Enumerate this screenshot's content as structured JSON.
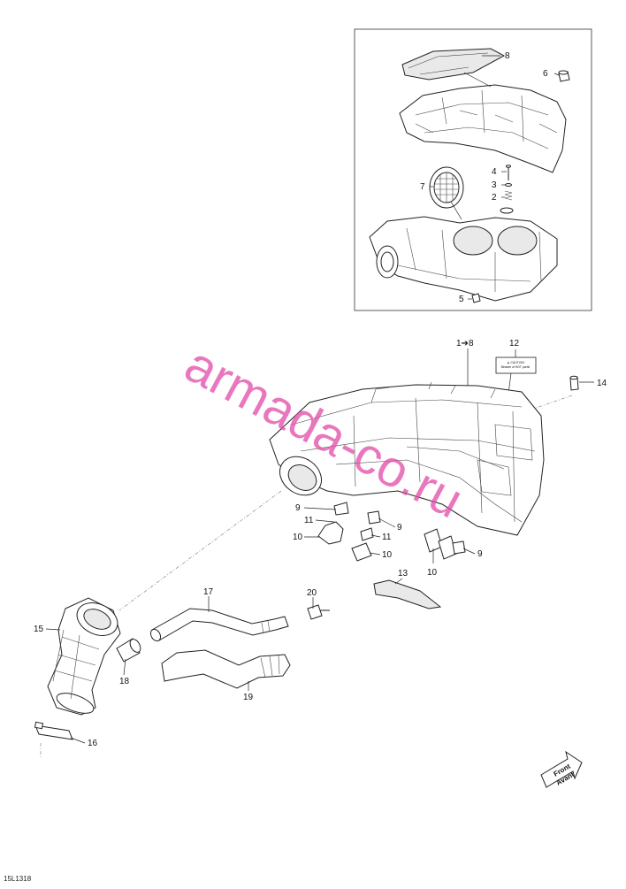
{
  "diagram": {
    "reference_code": "15L1318",
    "watermark": "armada-co.ru",
    "direction_arrow": {
      "line1": "Front",
      "line2": "Avant"
    },
    "warning_label": {
      "line1": "▲ CAUTION",
      "line2": "Beware of HOT parts!"
    },
    "callouts": {
      "c8": "8",
      "c6": "6",
      "c4": "4",
      "c3": "3",
      "c2": "2",
      "c7": "7",
      "c5": "5",
      "c1to8": "1➔8",
      "c12": "12",
      "c14": "14",
      "c9a": "9",
      "c11a": "11",
      "c10a": "10",
      "c9b": "9",
      "c11b": "11",
      "c10b": "10",
      "c10c": "10",
      "c9c": "9",
      "c13": "13",
      "c17": "17",
      "c20": "20",
      "c15": "15",
      "c18": "18",
      "c19": "19",
      "c16": "16"
    }
  }
}
